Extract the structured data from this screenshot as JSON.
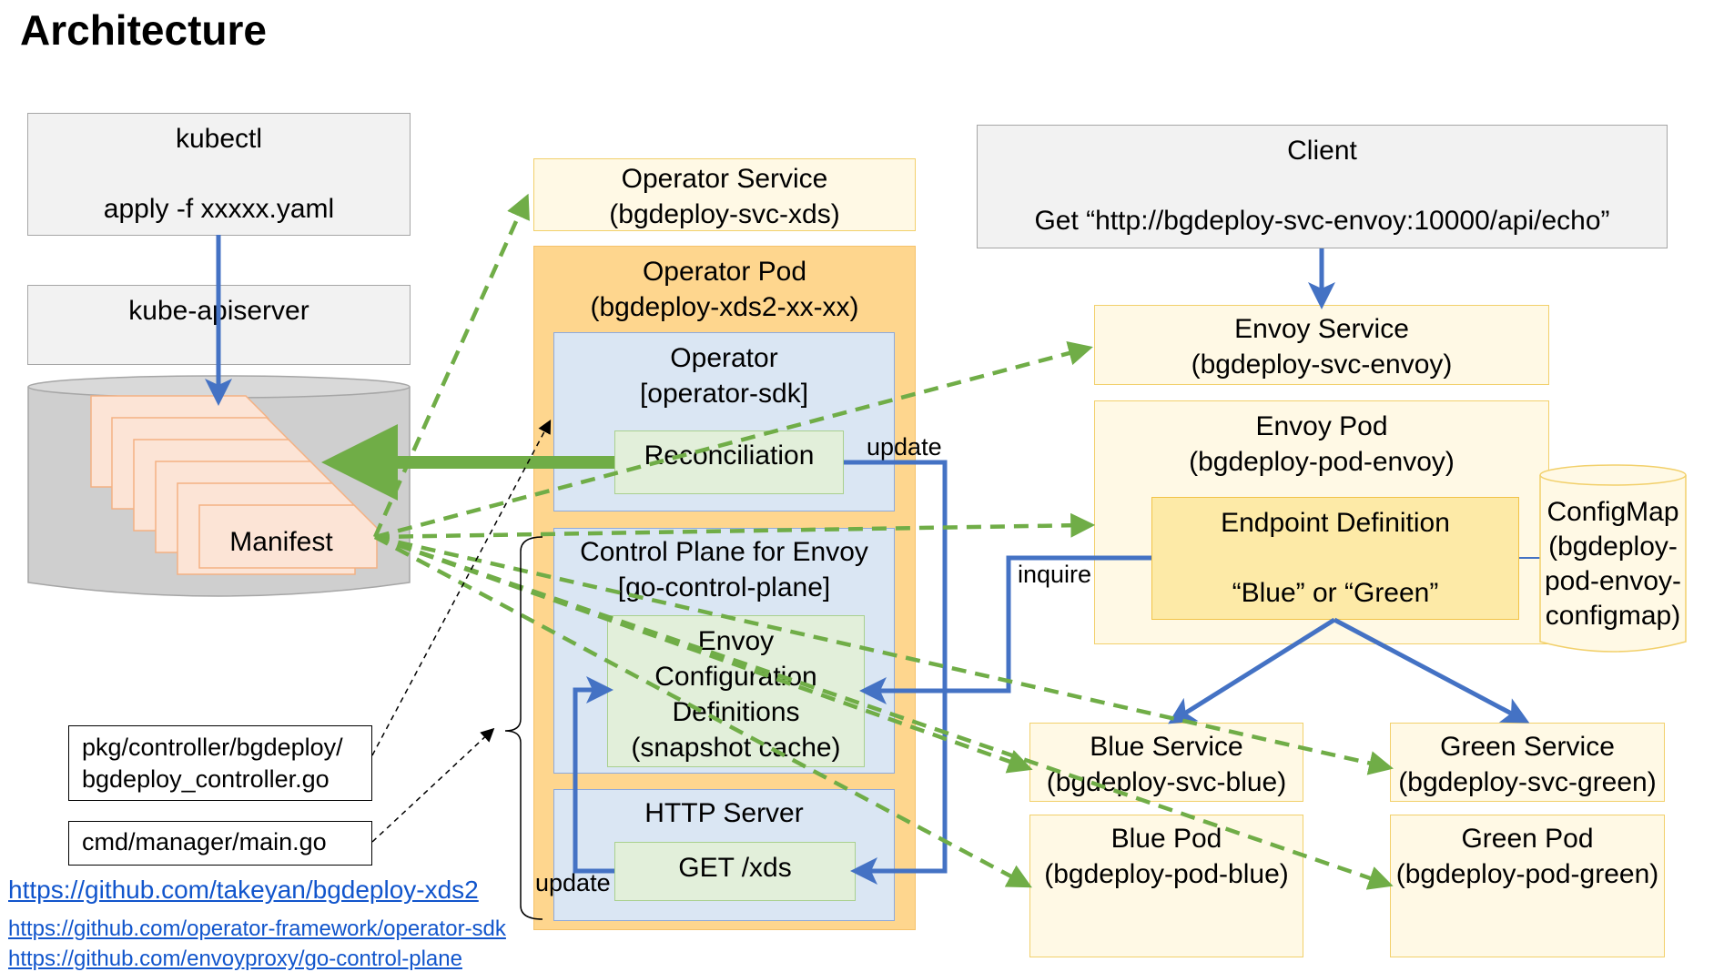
{
  "title": "Architecture",
  "kubectl": {
    "line1": "kubectl",
    "line2": "apply -f xxxxx.yaml"
  },
  "apiserver": {
    "label": "kube-apiserver"
  },
  "manifest": {
    "label": "Manifest"
  },
  "operator_service": {
    "line1": "Operator Service",
    "line2": "(bgdeploy-svc-xds)"
  },
  "operator_pod": {
    "line1": "Operator Pod",
    "line2": "(bgdeploy-xds2-xx-xx)"
  },
  "operator": {
    "line1": "Operator",
    "line2": "[operator-sdk]"
  },
  "reconciliation": {
    "label": "Reconciliation"
  },
  "control_plane": {
    "line1": "Control Plane for Envoy",
    "line2": "[go-control-plane]"
  },
  "envoy_config": {
    "line1": "Envoy",
    "line2": "Configuration",
    "line3": "Definitions",
    "line4": "(snapshot cache)"
  },
  "http_server": {
    "label": "HTTP Server"
  },
  "get_xds": {
    "label": "GET /xds"
  },
  "client": {
    "line1": "Client",
    "line2": "Get “http://bgdeploy-svc-envoy:10000/api/echo”"
  },
  "envoy_service": {
    "line1": "Envoy Service",
    "line2": "(bgdeploy-svc-envoy)"
  },
  "envoy_pod": {
    "line1": "Envoy Pod",
    "line2": "(bgdeploy-pod-envoy)"
  },
  "endpoint_def": {
    "line1": "Endpoint Definition",
    "line2": "“Blue” or “Green”"
  },
  "configmap": {
    "line1": "ConfigMap",
    "line2": "(bgdeploy-",
    "line3": "pod-envoy-",
    "line4": "configmap)"
  },
  "blue_service": {
    "line1": "Blue Service",
    "line2": "(bgdeploy-svc-blue)"
  },
  "green_service": {
    "line1": "Green Service",
    "line2": "(bgdeploy-svc-green)"
  },
  "blue_pod": {
    "line1": "Blue Pod",
    "line2": "(bgdeploy-pod-blue)"
  },
  "green_pod": {
    "line1": "Green Pod",
    "line2": "(bgdeploy-pod-green)"
  },
  "files": {
    "controller_line1": "pkg/controller/bgdeploy/",
    "controller_line2": "bgdeploy_controller.go",
    "main": "cmd/manager/main.go"
  },
  "edge_labels": {
    "update_top": "update",
    "update_bottom": "update",
    "inquire": "inquire"
  },
  "links": [
    "https://github.com/takeyan/bgdeploy-xds2",
    "https://github.com/operator-framework/operator-sdk",
    "https://github.com/envoyproxy/go-control-plane"
  ],
  "colors": {
    "blue_arrow": "#4472c4",
    "green_dashed": "#70ad47",
    "green_solid": "#70ad47",
    "link": "#1155cc"
  }
}
